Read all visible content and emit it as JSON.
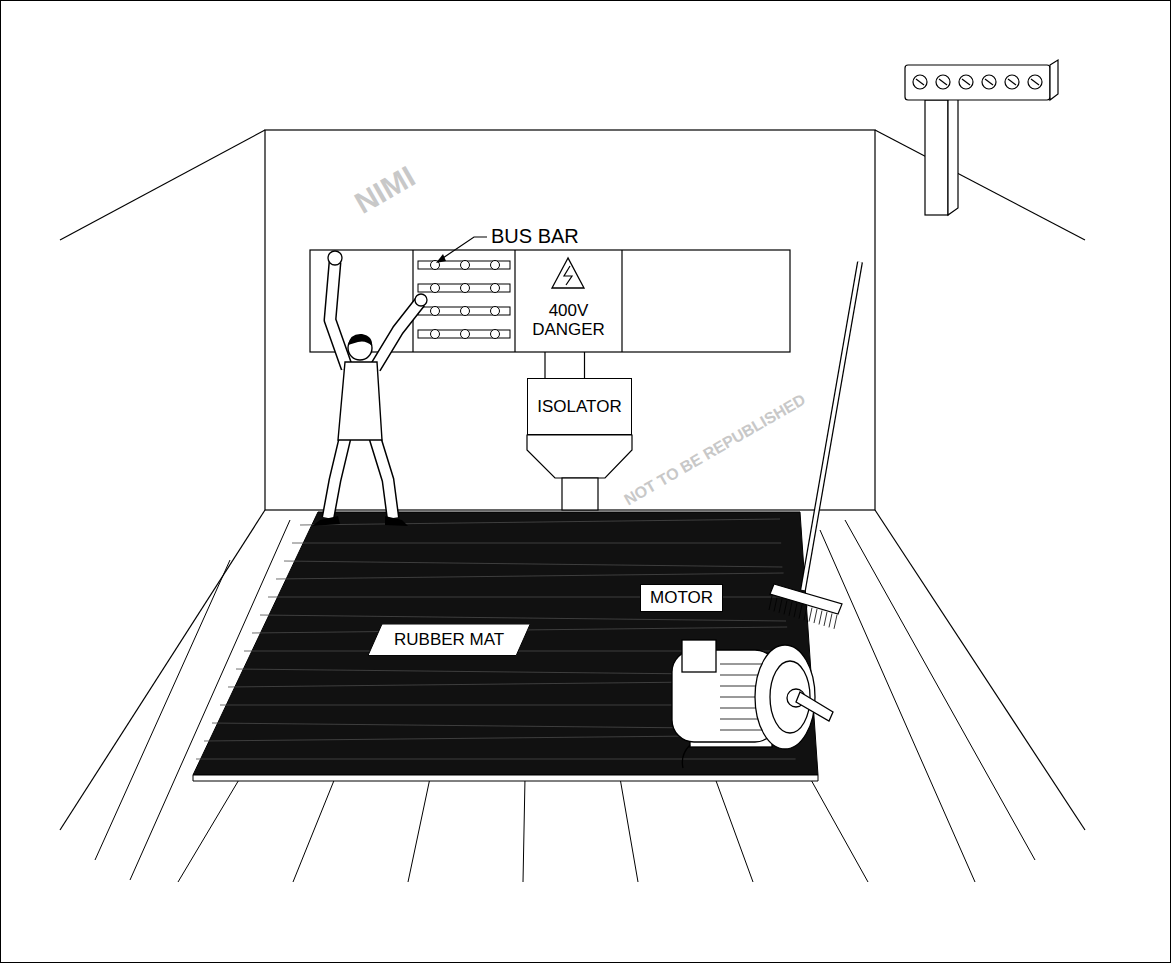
{
  "diagram": {
    "nodes": [
      {
        "text": [
          "400V DANGER"
        ]
      },
      {
        "text": [
          "ISOLATOR"
        ]
      },
      {
        "text": [
          "MOTOR"
        ]
      },
      {
        "text": [
          "RUBBER MAT"
        ]
      }
    ],
    "edges": [
      {
        "from": 0,
        "to": 1,
        "arrow": "none"
      }
    ],
    "labels": [
      "BUS BAR",
      "NIMI",
      "NOT TO BE REPUBLISHED"
    ]
  }
}
